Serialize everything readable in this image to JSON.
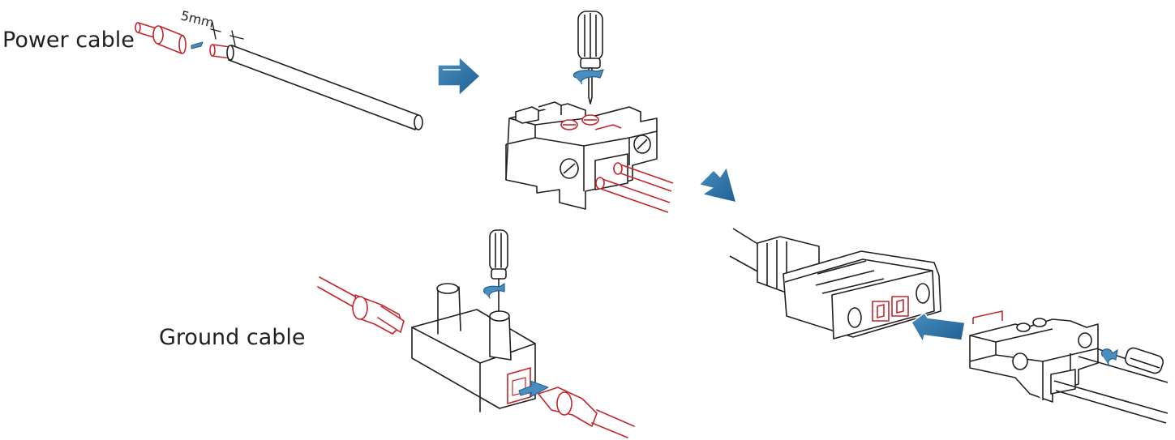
{
  "labels": {
    "power_cable": "Power cable",
    "ground_cable": "Ground cable",
    "strip_length": "5mm"
  },
  "colors": {
    "outline": "#231f20",
    "wire": "#c1272d",
    "arrow": "#1f5f91",
    "arrow_light": "#4a8ec0"
  }
}
